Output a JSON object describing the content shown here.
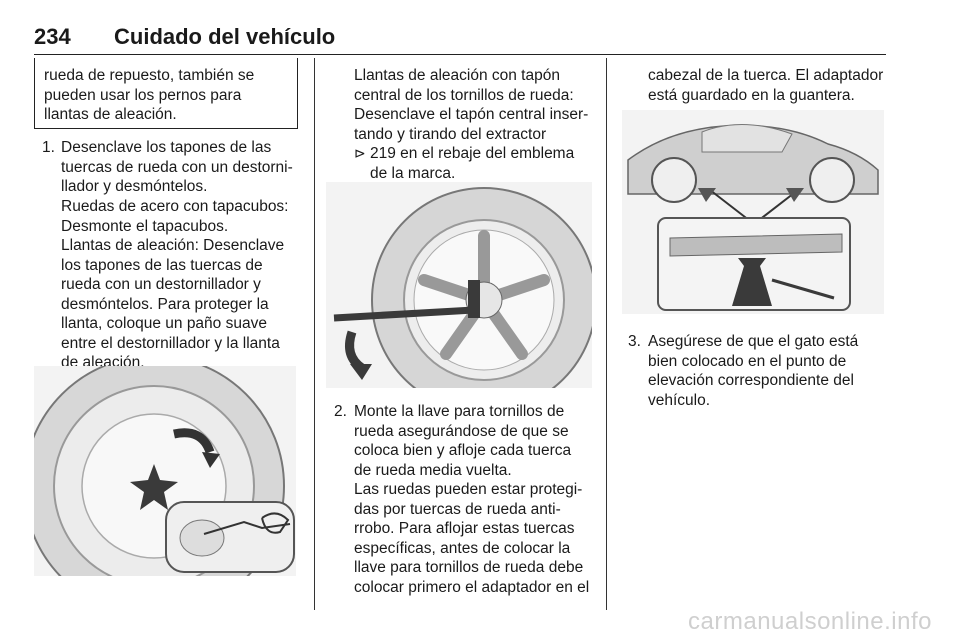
{
  "header": {
    "page_number": "234",
    "title": "Cuidado del vehículo"
  },
  "col1": {
    "note": "rueda de repuesto, también se\npueden usar los pernos para\nllantas de aleación.",
    "step1_num": "1.",
    "step1_text": "Desenclave los tapones de las\ntuercas de rueda con un destorni-\nllador y desmóntelos.",
    "steel_text": "Ruedas de acero con tapacubos:\nDesmonte el tapacubos.",
    "alloy_text": "Llantas de aleación: Desenclave\nlos tapones de las tuercas de\nrueda con un destornillador y\ndesmóntelos. Para proteger la\nllanta, coloque un paño suave\nentre el destornillador y la llanta\nde aleación."
  },
  "col2": {
    "intro_text": "Llantas de aleación con tapón\ncentral de los tornillos de rueda:\nDesenclave el tapón central inser-\ntando y tirando del extractor",
    "ref_icon": "ref-arrow-icon",
    "ref_text": "219 en el rebaje del emblema\nde la marca.",
    "step2_num": "2.",
    "step2_text": "Monte la llave para tornillos de\nrueda asegurándose de que se\ncoloca bien y afloje cada tuerca\nde rueda media vuelta.",
    "antitheft_text": "Las ruedas pueden estar protegi-\ndas por tuercas de rueda anti-\nrrobo. Para aflojar estas tuercas\nespecíficas, antes de colocar la\nllave para tornillos de rueda debe\ncolocar primero el adaptador en el"
  },
  "col3": {
    "cont_text": "cabezal de la tuerca. El adaptador\nestá guardado en la guantera.",
    "step3_num": "3.",
    "step3_text": "Asegúrese de que el gato está\nbien colocado en el punto de\nelevación correspondiente del\nvehículo."
  },
  "watermark": "carmanualsonline.info"
}
